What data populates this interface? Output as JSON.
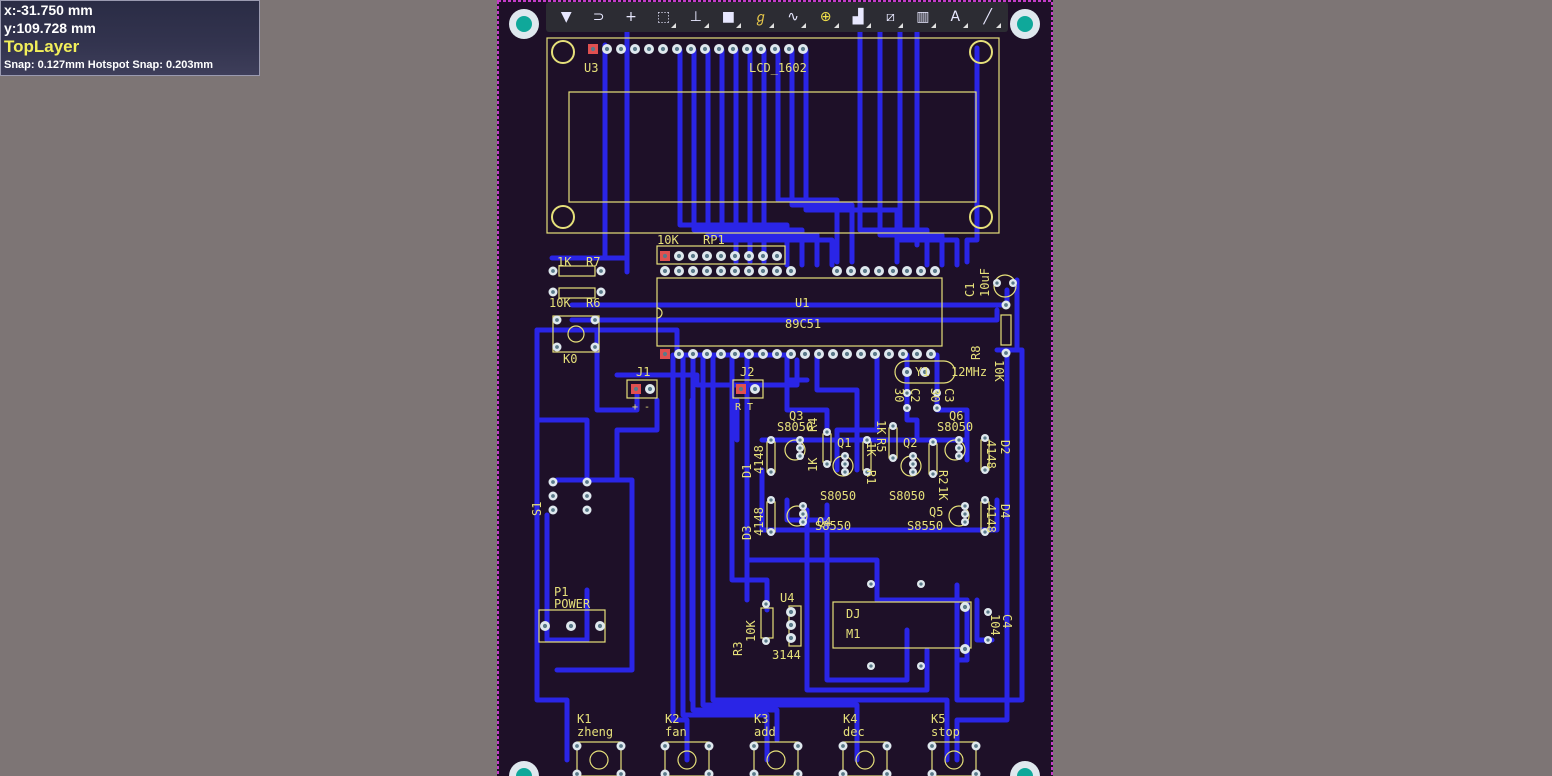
{
  "hud": {
    "x": "x:-31.750  mm",
    "y": "y:109.728 mm",
    "layer": "TopLayer",
    "snap": "Snap: 0.127mm Hotspot Snap: 0.203mm"
  },
  "toolbar": {
    "items": [
      {
        "icon": "filter-icon",
        "glyph": "▼"
      },
      {
        "icon": "magnet-icon",
        "glyph": "⊃"
      },
      {
        "icon": "cross-icon",
        "glyph": "+"
      },
      {
        "icon": "select-rect-icon",
        "glyph": "⬚"
      },
      {
        "icon": "align-icon",
        "glyph": "⊥"
      },
      {
        "icon": "component-icon",
        "glyph": "■"
      },
      {
        "icon": "route-icon",
        "glyph": "ℊ"
      },
      {
        "icon": "diff-pair-icon",
        "glyph": "∿"
      },
      {
        "icon": "via-icon",
        "glyph": "⊕"
      },
      {
        "icon": "fill-icon",
        "glyph": "▟"
      },
      {
        "icon": "graph-icon",
        "glyph": "⧄"
      },
      {
        "icon": "chart-icon",
        "glyph": "▥"
      },
      {
        "icon": "text-icon",
        "glyph": "A"
      },
      {
        "icon": "line-icon",
        "glyph": "╱"
      }
    ]
  },
  "labels": {
    "u3": "U3",
    "lcd": "LCD_1602",
    "rp1_val": "10K",
    "rp1": "RP1",
    "r7_val": "1K",
    "r7": "R7",
    "r6_val": "10K",
    "r6": "R6",
    "u1": "U1",
    "u1_part": "89C51",
    "k0": "K0",
    "c1": "C1",
    "c1_val": "10uF",
    "r8": "R8",
    "r8_val": "10K",
    "j1": "J1",
    "j1_pins": "+ -",
    "j2": "J2",
    "j2_pins": "R T",
    "y1": "Y1",
    "y1_val": "12MHz",
    "c2": "C2",
    "c2_val": "30",
    "c3": "C3",
    "c3_val": "30",
    "q3": "Q3",
    "q3_part": "S8050",
    "q6": "Q6",
    "q6_part": "S8050",
    "q1": "Q1",
    "q2": "Q2",
    "q1_part": "S8050",
    "q2_part": "S8050",
    "r4": "R4",
    "r4_val": "1K",
    "r1": "R1",
    "r1_val": "1K",
    "r5": "R5",
    "r5_val": "1K",
    "r2": "R2",
    "r2_val": "1K",
    "d1": "D1",
    "d1_val": "4148",
    "d2": "D2",
    "d2_val": "4148",
    "d3": "D3",
    "d3_val": "4148",
    "d4": "D4",
    "d4_val": "4148",
    "q4": "Q4",
    "q4_part": "S8550",
    "q5": "Q5",
    "q5_part": "S8550",
    "s1": "S1",
    "p1": "P1",
    "p1_val": "POWER",
    "u4": "U4",
    "u4_part": "3144",
    "r3": "R3",
    "r3_val": "10K",
    "dj": "DJ",
    "m1": "M1",
    "c4": "C4",
    "c4_val": "104",
    "k1": "K1",
    "k1_val": "zheng",
    "k2": "K2",
    "k2_val": "fan",
    "k3": "K3",
    "k3_val": "add",
    "k4": "K4",
    "k4_val": "dec",
    "k5": "K5",
    "k5_val": "stop"
  },
  "colors": {
    "canvas": "#7d7575",
    "board": "#1e1028",
    "trace": "#2a25e6",
    "silk": "#e6e07a",
    "pad": "#dfe8ee",
    "outline": "#c43cc8",
    "mount": "#0fa89a"
  }
}
